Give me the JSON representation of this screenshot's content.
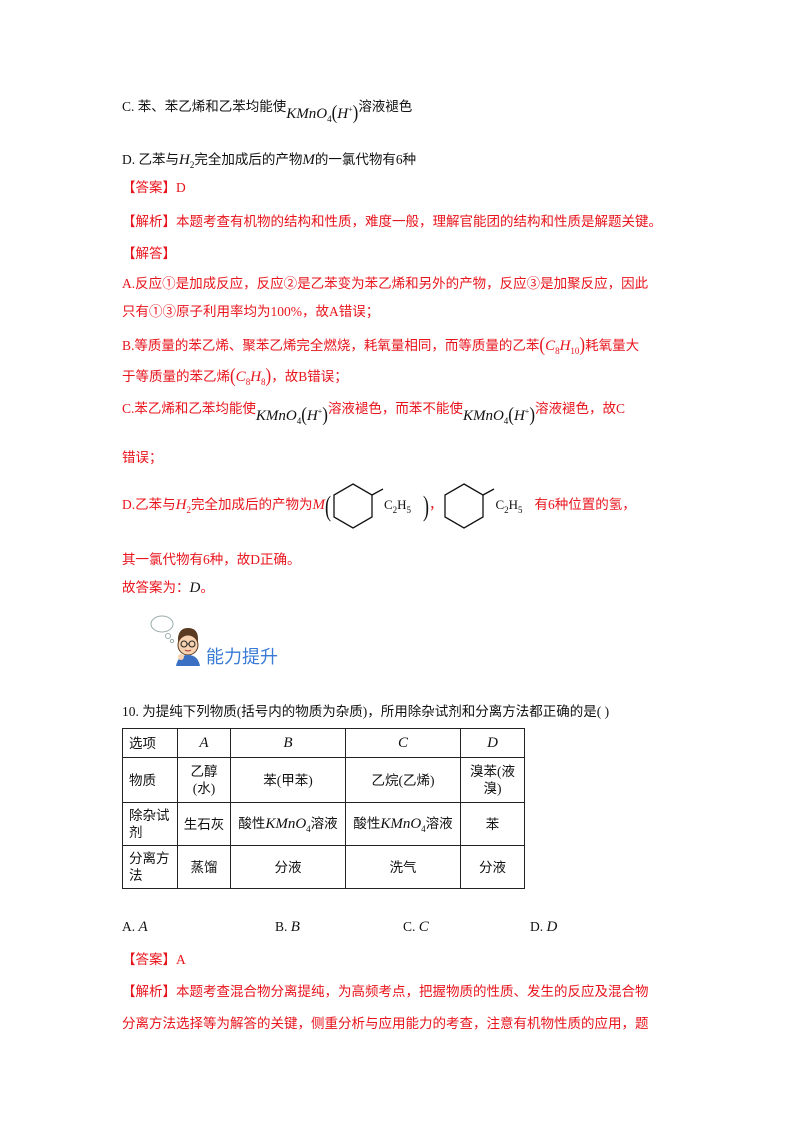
{
  "colors": {
    "answer_red": "#e8141c",
    "section_blue": "#3a7bd5",
    "text": "#111111"
  },
  "kmno4": {
    "k": "KMnO",
    "sub": "4",
    "lp": "(",
    "h": "H",
    "sup": "+",
    "rp": ")"
  },
  "h2": {
    "h": "H",
    "sub": "2"
  },
  "c8h10": {
    "lp": "(",
    "c": "C",
    "n1": "8",
    "h": "H",
    "n2": "10",
    "rp": ")"
  },
  "c8h8": {
    "lp": "(",
    "c": "C",
    "n1": "8",
    "h": "H",
    "n2": "8",
    "rp": ")"
  },
  "c2h5": {
    "c": "C",
    "n1": "2",
    "h": "H",
    "n2": "5"
  },
  "q9_option_c": {
    "label": "C.",
    "text_a": "苯、苯乙烯和乙苯均能使",
    "text_b": "溶液褪色"
  },
  "q9_option_d": {
    "label": "D.",
    "text_a": "乙苯与",
    "text_b": "完全加成后的产物",
    "m": "M",
    "text_c": "的一氯代物有",
    "num": "6",
    "text_d": "种"
  },
  "answer1": {
    "tag": "【答案】",
    "value": "D"
  },
  "analysis1": {
    "tag": "【解析】",
    "text": "本题考查有机物的结构和性质，难度一般，理解官能团的结构和性质是解题关键。"
  },
  "solution": {
    "tag": "【解答】",
    "a_line1": "A.反应①是加成反应，反应②是乙苯变为苯乙烯和另外的产物，反应③是加聚反应，因此",
    "a_line2_text": "只有①③原子利用率均为",
    "a_line2_pct": "100%",
    "a_line2_end": "，故A错误；",
    "b_line1_text": "B.等质量的苯乙烯、聚苯乙烯完全燃烧，耗氧量相同，而等质量的乙苯",
    "b_line1_end": "耗氧量大",
    "b_line2_text": "于等质量的苯乙烯",
    "b_line2_end": "，故B错误；",
    "c_line1_a": "C.苯乙烯和乙苯均能使",
    "c_line1_b": "溶液褪色，而苯不能使",
    "c_line1_c": "溶液褪色，故C",
    "c_line2": "错误；",
    "d_line1_a": "D.乙苯与",
    "d_line1_b": "完全加成后的产物为",
    "d_line1_m": "M",
    "d_line1_lp": "(",
    "d_line1_rp": ")",
    "d_line1_comma": "，",
    "d_line1_c": "有",
    "d_line1_num": "6",
    "d_line1_d": "种位置的氢，",
    "d_line2_a": "其一氯代物有",
    "d_line2_num": "6",
    "d_line2_b": "种，故D正确。",
    "final_a": "故答案为：",
    "final_b": "D",
    "final_c": "。"
  },
  "section": {
    "title": "能力提升"
  },
  "q10": {
    "stem": "10. 为提纯下列物质(括号内的物质为杂质)，所用除杂试剂和分离方法都正确的是",
    "blank": "(   )"
  },
  "table": {
    "headers": [
      "选项",
      "A",
      "B",
      "C",
      "D"
    ],
    "rows": [
      {
        "label": "物质",
        "cells": [
          "乙醇(水)",
          "苯(甲苯)",
          "乙烷(乙烯)",
          "溴苯(液溴)"
        ]
      },
      {
        "label": "除杂试剂",
        "cells": [
          "生石灰",
          {
            "a": "酸性",
            "f": "KMnO",
            "sub": "4",
            "b": "溶液"
          },
          {
            "a": "酸性",
            "f": "KMnO",
            "sub": "4",
            "b": "溶液"
          },
          "苯"
        ]
      },
      {
        "label": "分离方法",
        "cells": [
          "蒸馏",
          "分液",
          "洗气",
          "分液"
        ]
      }
    ]
  },
  "choices": [
    {
      "label": "A.",
      "value": "A"
    },
    {
      "label": "B.",
      "value": "B"
    },
    {
      "label": "C.",
      "value": "C"
    },
    {
      "label": "D.",
      "value": "D"
    }
  ],
  "answer2": {
    "tag": "【答案】",
    "value": "A"
  },
  "analysis2": {
    "tag": "【解析】",
    "line1": "本题考查混合物分离提纯，为高频考点，把握物质的性质、发生的反应及混合物",
    "line2": "分离方法选择等为解答的关键，侧重分析与应用能力的考查，注意有机物性质的应用，题"
  }
}
